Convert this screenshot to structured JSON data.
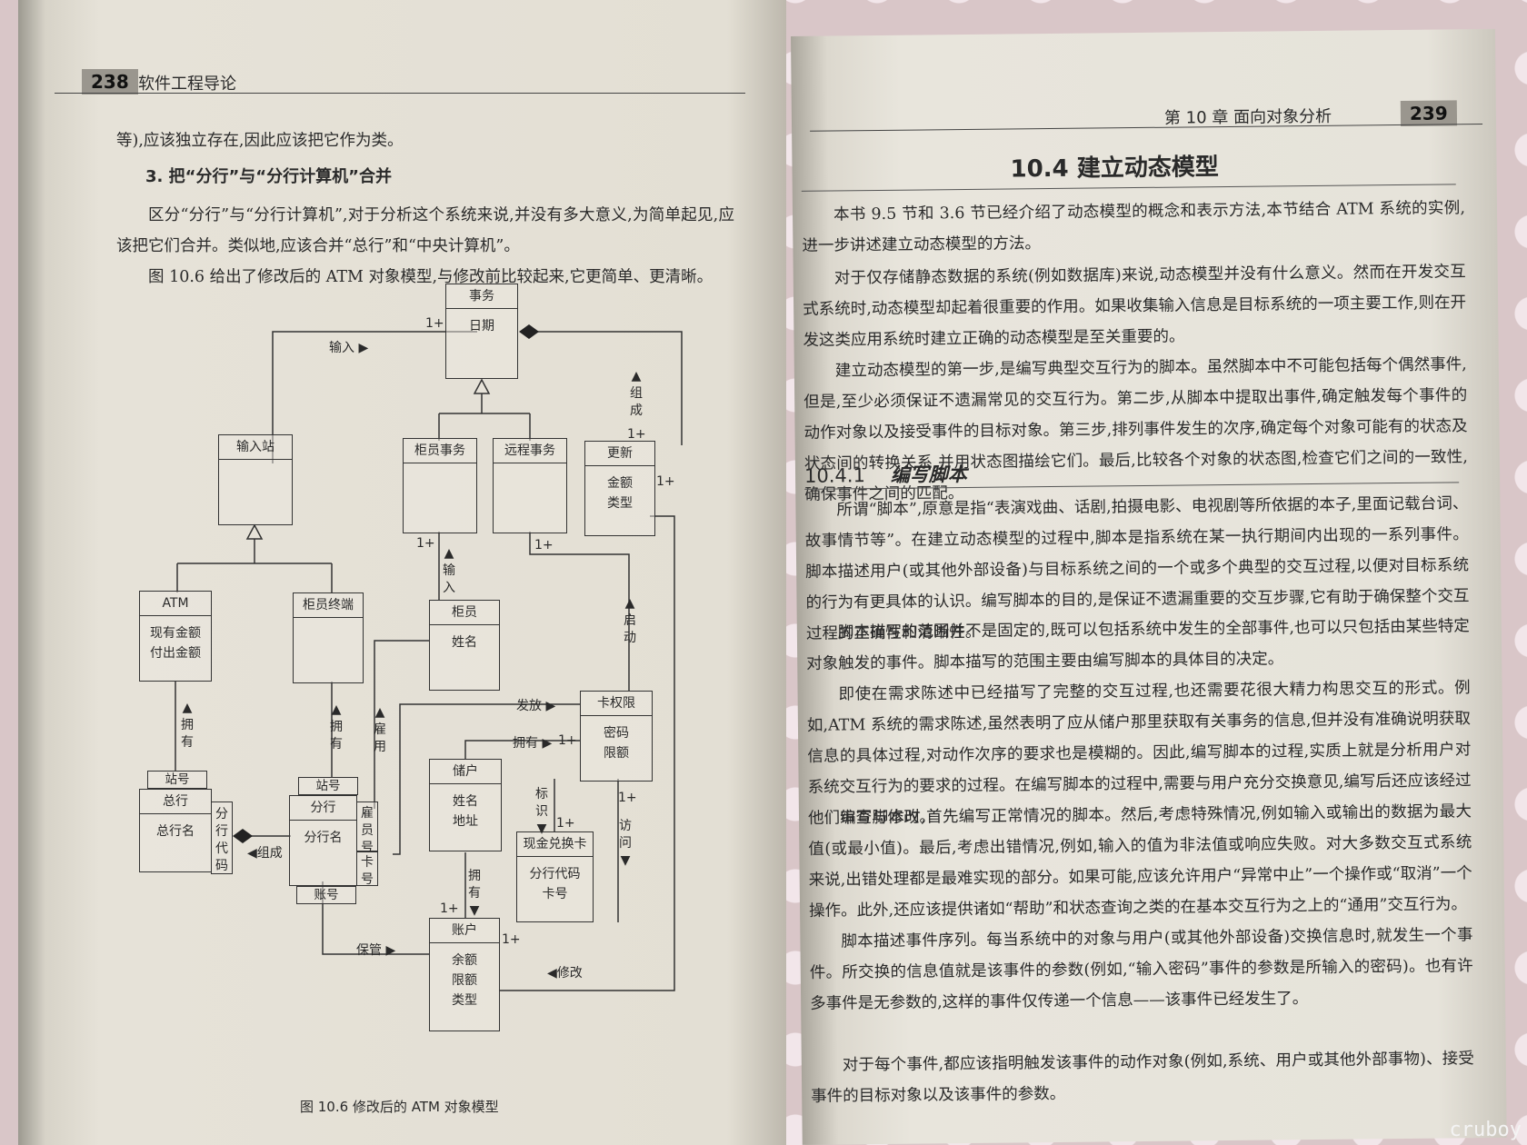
{
  "left_page": {
    "page_number": "238",
    "running_head": "软件工程导论",
    "para1": "等),应该独立存在,因此应该把它作为类。",
    "heading3": "3. 把“分行”与“分行计算机”合并",
    "para2": "区分“分行”与“分行计算机”,对于分析这个系统来说,并没有多大意义,为简单起见,应该把它们合并。类似地,应该合并“总行”和“中央计算机”。",
    "para3": "图 10.6 给出了修改后的 ATM 对象模型,与修改前比较起来,它更简单、更清晰。",
    "figure_caption": "图 10.6   修改后的 ATM 对象模型"
  },
  "diagram": {
    "classes": {
      "shiwu": {
        "name": "事务",
        "attrs": "日期"
      },
      "shuruzhan": {
        "name": "输入站",
        "attrs": ""
      },
      "guiyuanshiwu": {
        "name": "柜员事务",
        "attrs": ""
      },
      "yuanchengshiwu": {
        "name": "远程事务",
        "attrs": ""
      },
      "gengxin": {
        "name": "更新",
        "attrs": "金额\n类型"
      },
      "atm": {
        "name": "ATM",
        "attrs": "现有金额\n付出金额"
      },
      "guiyuanzhongduan": {
        "name": "柜员终端",
        "attrs": ""
      },
      "guiyuan": {
        "name": "柜员",
        "attrs": "姓名"
      },
      "kaquanxian": {
        "name": "卡权限",
        "attrs": "密码\n限额"
      },
      "zonghang": {
        "name": "总行",
        "attrs": "总行名"
      },
      "fenhang": {
        "name": "分行",
        "attrs": "分行名"
      },
      "chuhu": {
        "name": "储户",
        "attrs": "姓名\n地址"
      },
      "xianjinka": {
        "name": "现金兑换卡",
        "attrs": "分行代码\n卡号"
      },
      "zhanghu": {
        "name": "账户",
        "attrs": "余额\n限额\n类型"
      }
    },
    "qualifiers": {
      "zhanhao1": "站号",
      "zhanhao2": "站号",
      "fenhangdaima": "分行代码",
      "guiyuanhao": "雇员号",
      "kahao": "卡号",
      "zhanghao": "账号"
    },
    "labels": {
      "shuru1": "输入 ▶",
      "one_plus_a": "1+",
      "zucheng1": "▲组成",
      "one_plus_b": "1+",
      "one_plus_c": "1+",
      "shuru2": "▲输入",
      "one_plus_d": "1+",
      "one_plus_e": "1+",
      "qidong": "▲启动",
      "yongyou1": "▲拥有",
      "yongyou2": "▲拥有",
      "guyong": "▲雇用",
      "fafang": "发放 ▶",
      "yongyou3": "拥有 ▶",
      "one_plus_f": "1+",
      "biaoshi": "标识▼",
      "one_plus_g": "1+",
      "one_plus_h": "1+",
      "fangwen": "访问▼",
      "zucheng2": "◀组成",
      "yongyou4": "拥有▼",
      "one_plus_i": "1+",
      "baoguan": "保管 ▶",
      "one_plus_j": "1+",
      "xiugai": "◀修改"
    }
  },
  "right_page": {
    "chapter_head": "第 10 章   面向对象分析",
    "page_number": "239",
    "section_title": "10.4   建立动态模型",
    "p1": "本书 9.5 节和 3.6 节已经介绍了动态模型的概念和表示方法,本节结合 ATM 系统的实例,进一步讲述建立动态模型的方法。",
    "p2": "对于仅存储静态数据的系统(例如数据库)来说,动态模型并没有什么意义。然而在开发交互式系统时,动态模型却起着很重要的作用。如果收集输入信息是目标系统的一项主要工作,则在开发这类应用系统时建立正确的动态模型是至关重要的。",
    "p3": "建立动态模型的第一步,是编写典型交互行为的脚本。虽然脚本中不可能包括每个偶然事件,但是,至少必须保证不遗漏常见的交互行为。第二步,从脚本中提取出事件,确定触发每个事件的动作对象以及接受事件的目标对象。第三步,排列事件发生的次序,确定每个对象可能有的状态及状态间的转换关系,并用状态图描绘它们。最后,比较各个对象的状态图,检查它们之间的一致性,确保事件之间的匹配。",
    "subsection_num": "10.4.1",
    "subsection_title": "编写脚本",
    "p4": "所谓“脚本”,原意是指“表演戏曲、话剧,拍摄电影、电视剧等所依据的本子,里面记载台词、故事情节等”。在建立动态模型的过程中,脚本是指系统在某一执行期间内出现的一系列事件。脚本描述用户(或其他外部设备)与目标系统之间的一个或多个典型的交互过程,以便对目标系统的行为有更具体的认识。编写脚本的目的,是保证不遗漏重要的交互步骤,它有助于确保整个交互过程的正确性和清晰性。",
    "p5": "脚本描写的范围并不是固定的,既可以包括系统中发生的全部事件,也可以只包括由某些特定对象触发的事件。脚本描写的范围主要由编写脚本的具体目的决定。",
    "p6": "即使在需求陈述中已经描写了完整的交互过程,也还需要花很大精力构思交互的形式。例如,ATM 系统的需求陈述,虽然表明了应从储户那里获取有关事务的信息,但并没有准确说明获取信息的具体过程,对动作次序的要求也是模糊的。因此,编写脚本的过程,实质上就是分析用户对系统交互行为的要求的过程。在编写脚本的过程中,需要与用户充分交换意见,编写后还应该经过他们审查与修改。",
    "p7": "编写脚本时,首先编写正常情况的脚本。然后,考虑特殊情况,例如输入或输出的数据为最大值(或最小值)。最后,考虑出错情况,例如,输入的值为非法值或响应失败。对大多数交互式系统来说,出错处理都是最难实现的部分。如果可能,应该允许用户“异常中止”一个操作或“取消”一个操作。此外,还应该提供诸如“帮助”和状态查询之类的在基本交互行为之上的“通用”交互行为。",
    "p8": "脚本描述事件序列。每当系统中的对象与用户(或其他外部设备)交换信息时,就发生一个事件。所交换的信息值就是该事件的参数(例如,“输入密码”事件的参数是所输入的密码)。也有许多事件是无参数的,这样的事件仅传递一个信息——该事件已经发生了。",
    "p9": "对于每个事件,都应该指明触发该事件的动作对象(例如,系统、用户或其他外部事物)、接受事件的目标对象以及该事件的参数。"
  },
  "watermark": "cruboy"
}
